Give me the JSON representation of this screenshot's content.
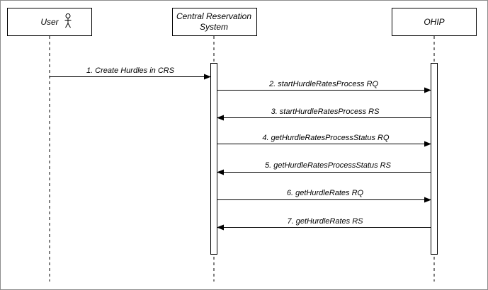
{
  "participants": {
    "user": {
      "label": "User",
      "icon": "stick-figure-icon"
    },
    "crs": {
      "label_line1": "Central Reservation",
      "label_line2": "System"
    },
    "ohip": {
      "label": "OHIP"
    }
  },
  "messages": [
    {
      "label": "1. Create Hurdles in CRS",
      "from": "user",
      "to": "crs"
    },
    {
      "label": "2. startHurdleRatesProcess RQ",
      "from": "crs",
      "to": "ohip"
    },
    {
      "label": "3. startHurdleRatesProcess RS",
      "from": "ohip",
      "to": "crs"
    },
    {
      "label": "4. getHurdleRatesProcessStatus RQ",
      "from": "crs",
      "to": "ohip"
    },
    {
      "label": "5. getHurdleRatesProcessStatus RS",
      "from": "ohip",
      "to": "crs"
    },
    {
      "label": "6. getHurdleRates RQ",
      "from": "crs",
      "to": "ohip"
    },
    {
      "label": "7. getHurdleRates RS",
      "from": "ohip",
      "to": "crs"
    }
  ]
}
